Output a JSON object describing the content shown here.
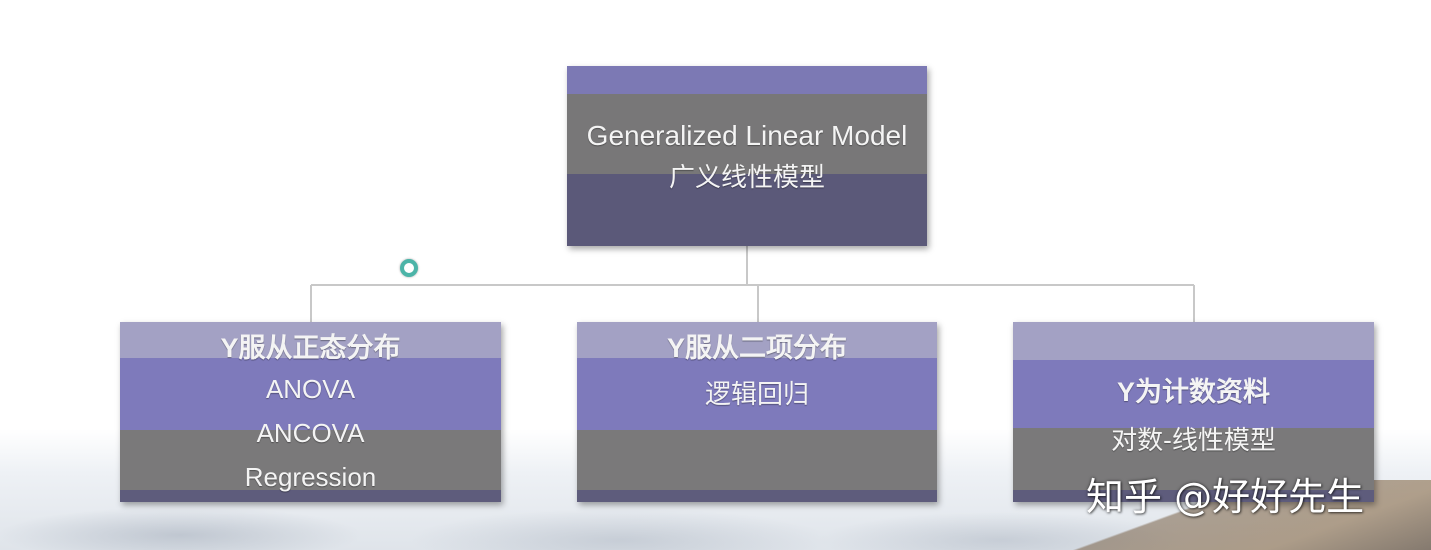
{
  "diagram": {
    "root": {
      "title_en": "Generalized Linear Model",
      "title_zh": "广义线性模型"
    },
    "children": [
      {
        "header": "Y服从正态分布",
        "lines": [
          "ANOVA",
          "ANCOVA",
          "Regression"
        ]
      },
      {
        "header": "Y服从二项分布",
        "lines": [
          "逻辑回归"
        ]
      },
      {
        "header": "Y为计数资料",
        "lines": [
          "对数-线性模型"
        ]
      }
    ]
  },
  "watermark": "知乎 @好好先生",
  "colors": {
    "band_light": "#a3a1c4",
    "band_purple": "#7e7abb",
    "band_gray": "#7a797a",
    "band_dark": "#5e5c7c",
    "connector": "#c8c8c8",
    "cursor_ring": "#4cb4a8"
  }
}
